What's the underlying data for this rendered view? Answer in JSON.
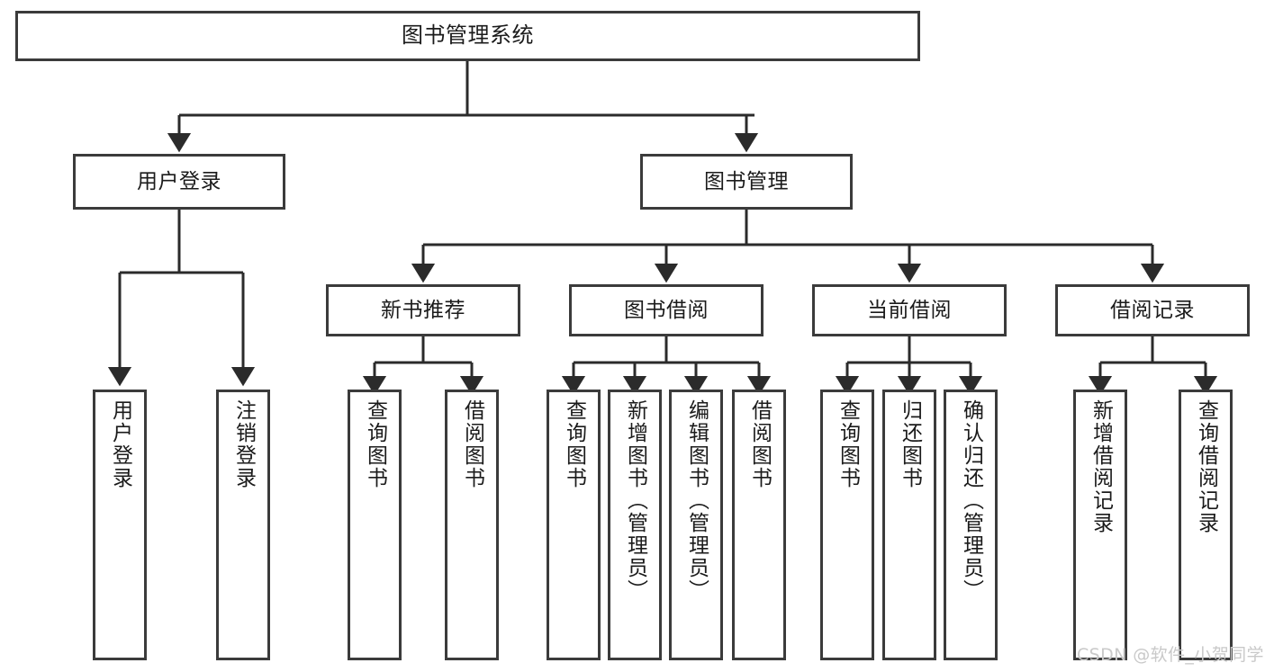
{
  "diagram": {
    "title": "图书管理系统",
    "colors": {
      "box_border": "#3b3b3b",
      "line": "#2b2b2b",
      "text": "#1b1b1b",
      "background": "#ffffff",
      "watermark": "#c9c9c9"
    },
    "root": {
      "label": "图书管理系统"
    },
    "level2": [
      {
        "label": "用户登录"
      },
      {
        "label": "图书管理"
      }
    ],
    "level3": [
      {
        "label": "新书推荐"
      },
      {
        "label": "图书借阅"
      },
      {
        "label": "当前借阅"
      },
      {
        "label": "借阅记录"
      }
    ],
    "leaves": {
      "user_login": [
        {
          "label": "用户登录"
        },
        {
          "label": "注销登录"
        }
      ],
      "new_book_recommend": [
        {
          "label": "查询图书"
        },
        {
          "label": "借阅图书"
        }
      ],
      "book_borrow": [
        {
          "label": "查询图书"
        },
        {
          "label": "新增图书（管理员）"
        },
        {
          "label": "编辑图书（管理员）"
        },
        {
          "label": "借阅图书"
        }
      ],
      "current_borrow": [
        {
          "label": "查询图书"
        },
        {
          "label": "归还图书"
        },
        {
          "label": "确认归还（管理员）"
        }
      ],
      "borrow_record": [
        {
          "label": "新增借阅记录"
        },
        {
          "label": "查询借阅记录"
        }
      ]
    }
  },
  "watermark": {
    "text": "CSDN @软件_小贺同学"
  }
}
